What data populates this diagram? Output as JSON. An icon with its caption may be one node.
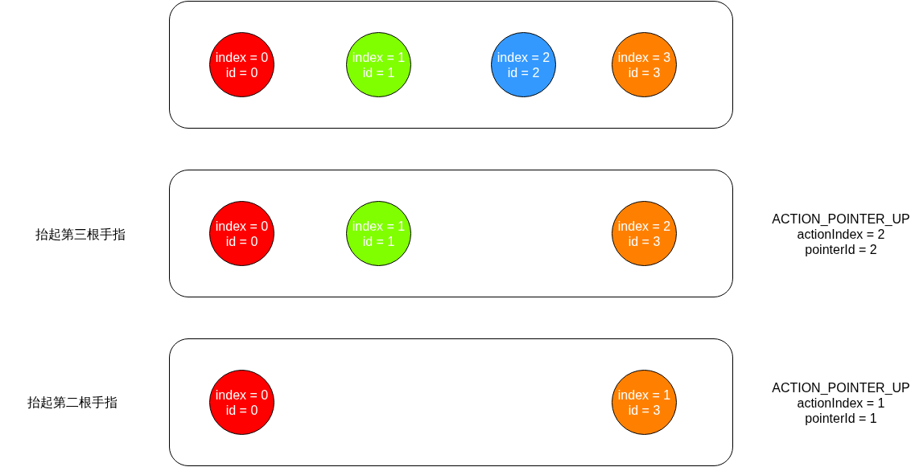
{
  "diagram": {
    "nodes": [
      {
        "text": [],
        "shape": "box"
      },
      {
        "text": [
          "index = 0",
          "id = 0"
        ],
        "in": 0
      },
      {
        "text": [
          "index = 1",
          "id = 1"
        ],
        "in": 0
      },
      {
        "text": [
          "index = 2",
          "id = 2"
        ],
        "in": 0
      },
      {
        "text": [
          "index = 3",
          "id = 3"
        ],
        "in": 0
      },
      {
        "text": [],
        "shape": "box"
      },
      {
        "text": [
          "index = 0",
          "id = 0"
        ],
        "in": 5
      },
      {
        "text": [
          "index = 1",
          "id = 1"
        ],
        "in": 5
      },
      {
        "text": [
          "index = 2",
          "id = 3"
        ],
        "in": 5
      },
      {
        "text": [],
        "shape": "box"
      },
      {
        "text": [
          "index = 0",
          "id = 0"
        ],
        "in": 9
      },
      {
        "text": [
          "index = 1",
          "id = 3"
        ],
        "in": 9
      }
    ],
    "labels": [
      "抬起第三根手指",
      "ACTION_POINTER_UP",
      "actionIndex = 2",
      "pointerId = 2",
      "抬起第二根手指",
      "ACTION_POINTER_UP",
      "actionIndex = 1",
      "pointerId = 1"
    ]
  }
}
